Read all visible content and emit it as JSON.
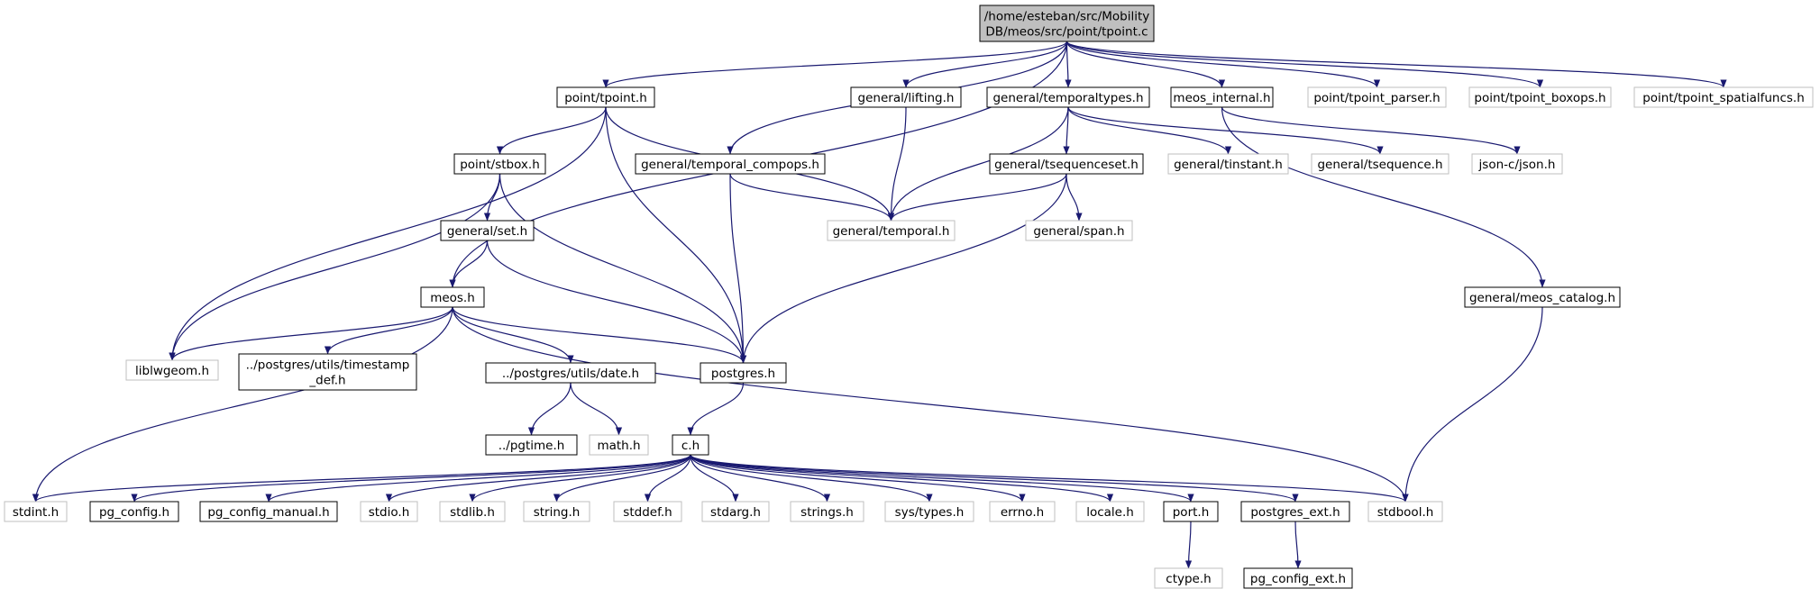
{
  "diagram": {
    "type": "include-dependency-graph",
    "colors": {
      "edge": "#191970",
      "root_fill": "#bfbfbf",
      "root_border": "#000000",
      "documented_border": "#000000",
      "external_border": "#bfbfbf",
      "external_text": "#404040"
    },
    "nodes": [
      {
        "id": "root",
        "lines": [
          "/home/esteban/src/Mobility",
          "DB/meos/src/point/tpoint.c"
        ],
        "kind": "root"
      },
      {
        "id": "point_tpoint_h",
        "lines": [
          "point/tpoint.h"
        ],
        "kind": "documented"
      },
      {
        "id": "general_lifting_h",
        "lines": [
          "general/lifting.h"
        ],
        "kind": "documented"
      },
      {
        "id": "general_temporaltypes_h",
        "lines": [
          "general/temporaltypes.h"
        ],
        "kind": "documented"
      },
      {
        "id": "meos_internal_h",
        "lines": [
          "meos_internal.h"
        ],
        "kind": "documented"
      },
      {
        "id": "point_tpoint_parser_h",
        "lines": [
          "point/tpoint_parser.h"
        ],
        "kind": "external"
      },
      {
        "id": "point_tpoint_boxops_h",
        "lines": [
          "point/tpoint_boxops.h"
        ],
        "kind": "external"
      },
      {
        "id": "point_tpoint_spatialfuncs_h",
        "lines": [
          "point/tpoint_spatialfuncs.h"
        ],
        "kind": "external"
      },
      {
        "id": "point_stbox_h",
        "lines": [
          "point/stbox.h"
        ],
        "kind": "documented"
      },
      {
        "id": "general_temporal_compops_h",
        "lines": [
          "general/temporal_compops.h"
        ],
        "kind": "documented"
      },
      {
        "id": "general_tsequenceset_h",
        "lines": [
          "general/tsequenceset.h"
        ],
        "kind": "documented"
      },
      {
        "id": "general_tinstant_h",
        "lines": [
          "general/tinstant.h"
        ],
        "kind": "external"
      },
      {
        "id": "general_tsequence_h",
        "lines": [
          "general/tsequence.h"
        ],
        "kind": "external"
      },
      {
        "id": "json_c_json_h",
        "lines": [
          "json-c/json.h"
        ],
        "kind": "external"
      },
      {
        "id": "general_set_h",
        "lines": [
          "general/set.h"
        ],
        "kind": "documented"
      },
      {
        "id": "general_temporal_h",
        "lines": [
          "general/temporal.h"
        ],
        "kind": "external"
      },
      {
        "id": "general_span_h",
        "lines": [
          "general/span.h"
        ],
        "kind": "external"
      },
      {
        "id": "general_meos_catalog_h",
        "lines": [
          "general/meos_catalog.h"
        ],
        "kind": "documented"
      },
      {
        "id": "meos_h",
        "lines": [
          "meos.h"
        ],
        "kind": "documented"
      },
      {
        "id": "liblwgeom_h",
        "lines": [
          "liblwgeom.h"
        ],
        "kind": "external"
      },
      {
        "id": "timestamp_def_h",
        "lines": [
          "../postgres/utils/timestamp",
          "_def.h"
        ],
        "kind": "documented"
      },
      {
        "id": "date_h",
        "lines": [
          "../postgres/utils/date.h"
        ],
        "kind": "documented"
      },
      {
        "id": "postgres_h",
        "lines": [
          "postgres.h"
        ],
        "kind": "documented"
      },
      {
        "id": "pgtime_h",
        "lines": [
          "../pgtime.h"
        ],
        "kind": "documented"
      },
      {
        "id": "math_h",
        "lines": [
          "math.h"
        ],
        "kind": "external"
      },
      {
        "id": "c_h",
        "lines": [
          "c.h"
        ],
        "kind": "documented"
      },
      {
        "id": "stdint_h",
        "lines": [
          "stdint.h"
        ],
        "kind": "external"
      },
      {
        "id": "pg_config_h",
        "lines": [
          "pg_config.h"
        ],
        "kind": "documented"
      },
      {
        "id": "pg_config_manual_h",
        "lines": [
          "pg_config_manual.h"
        ],
        "kind": "documented"
      },
      {
        "id": "stdio_h",
        "lines": [
          "stdio.h"
        ],
        "kind": "external"
      },
      {
        "id": "stdlib_h",
        "lines": [
          "stdlib.h"
        ],
        "kind": "external"
      },
      {
        "id": "string_h",
        "lines": [
          "string.h"
        ],
        "kind": "external"
      },
      {
        "id": "stddef_h",
        "lines": [
          "stddef.h"
        ],
        "kind": "external"
      },
      {
        "id": "stdarg_h",
        "lines": [
          "stdarg.h"
        ],
        "kind": "external"
      },
      {
        "id": "strings_h",
        "lines": [
          "strings.h"
        ],
        "kind": "external"
      },
      {
        "id": "sys_types_h",
        "lines": [
          "sys/types.h"
        ],
        "kind": "external"
      },
      {
        "id": "errno_h",
        "lines": [
          "errno.h"
        ],
        "kind": "external"
      },
      {
        "id": "locale_h",
        "lines": [
          "locale.h"
        ],
        "kind": "external"
      },
      {
        "id": "port_h",
        "lines": [
          "port.h"
        ],
        "kind": "documented"
      },
      {
        "id": "postgres_ext_h",
        "lines": [
          "postgres_ext.h"
        ],
        "kind": "documented"
      },
      {
        "id": "stdbool_h",
        "lines": [
          "stdbool.h"
        ],
        "kind": "external"
      },
      {
        "id": "ctype_h",
        "lines": [
          "ctype.h"
        ],
        "kind": "external"
      },
      {
        "id": "pg_config_ext_h",
        "lines": [
          "pg_config_ext.h"
        ],
        "kind": "documented"
      }
    ],
    "edges": [
      [
        "root",
        "point_tpoint_h"
      ],
      [
        "root",
        "general_lifting_h"
      ],
      [
        "root",
        "general_temporaltypes_h"
      ],
      [
        "root",
        "meos_internal_h"
      ],
      [
        "root",
        "point_tpoint_parser_h"
      ],
      [
        "root",
        "point_tpoint_boxops_h"
      ],
      [
        "root",
        "point_tpoint_spatialfuncs_h"
      ],
      [
        "root",
        "general_temporal_compops_h"
      ],
      [
        "root",
        "meos_h"
      ],
      [
        "point_tpoint_h",
        "point_stbox_h"
      ],
      [
        "point_tpoint_h",
        "liblwgeom_h"
      ],
      [
        "point_tpoint_h",
        "general_temporal_h"
      ],
      [
        "point_tpoint_h",
        "postgres_h"
      ],
      [
        "general_lifting_h",
        "general_temporal_h"
      ],
      [
        "general_temporaltypes_h",
        "general_tsequenceset_h"
      ],
      [
        "general_temporaltypes_h",
        "general_tinstant_h"
      ],
      [
        "general_temporaltypes_h",
        "general_tsequence_h"
      ],
      [
        "general_temporaltypes_h",
        "general_temporal_h"
      ],
      [
        "meos_internal_h",
        "json_c_json_h"
      ],
      [
        "meos_internal_h",
        "general_meos_catalog_h"
      ],
      [
        "point_stbox_h",
        "general_set_h"
      ],
      [
        "point_stbox_h",
        "liblwgeom_h"
      ],
      [
        "point_stbox_h",
        "postgres_h"
      ],
      [
        "general_temporal_compops_h",
        "general_temporal_h"
      ],
      [
        "general_temporal_compops_h",
        "postgres_h"
      ],
      [
        "general_tsequenceset_h",
        "general_temporal_h"
      ],
      [
        "general_tsequenceset_h",
        "general_span_h"
      ],
      [
        "general_tsequenceset_h",
        "postgres_h"
      ],
      [
        "general_set_h",
        "meos_h"
      ],
      [
        "general_set_h",
        "postgres_h"
      ],
      [
        "general_meos_catalog_h",
        "stdbool_h"
      ],
      [
        "meos_h",
        "liblwgeom_h"
      ],
      [
        "meos_h",
        "timestamp_def_h"
      ],
      [
        "meos_h",
        "date_h"
      ],
      [
        "meos_h",
        "postgres_h"
      ],
      [
        "meos_h",
        "stdint_h"
      ],
      [
        "meos_h",
        "stdbool_h"
      ],
      [
        "date_h",
        "pgtime_h"
      ],
      [
        "date_h",
        "math_h"
      ],
      [
        "postgres_h",
        "c_h"
      ],
      [
        "c_h",
        "stdint_h"
      ],
      [
        "c_h",
        "pg_config_h"
      ],
      [
        "c_h",
        "pg_config_manual_h"
      ],
      [
        "c_h",
        "stdio_h"
      ],
      [
        "c_h",
        "stdlib_h"
      ],
      [
        "c_h",
        "string_h"
      ],
      [
        "c_h",
        "stddef_h"
      ],
      [
        "c_h",
        "stdarg_h"
      ],
      [
        "c_h",
        "strings_h"
      ],
      [
        "c_h",
        "sys_types_h"
      ],
      [
        "c_h",
        "errno_h"
      ],
      [
        "c_h",
        "locale_h"
      ],
      [
        "c_h",
        "port_h"
      ],
      [
        "c_h",
        "postgres_ext_h"
      ],
      [
        "c_h",
        "stdbool_h"
      ],
      [
        "port_h",
        "ctype_h"
      ],
      [
        "postgres_ext_h",
        "pg_config_ext_h"
      ]
    ]
  }
}
